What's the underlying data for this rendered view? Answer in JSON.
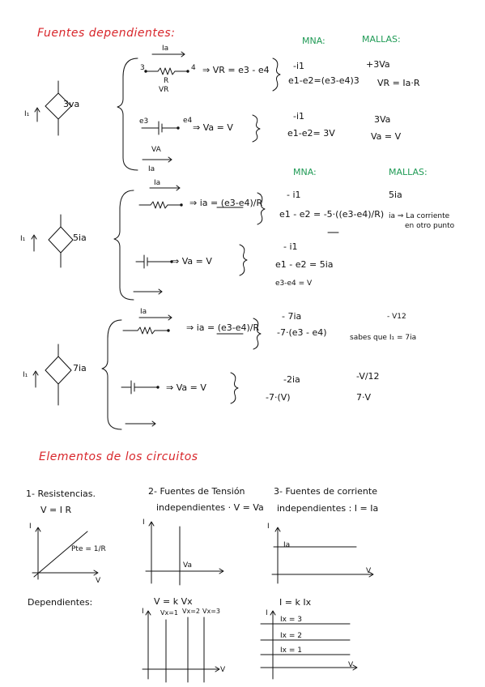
{
  "section1_title": "Fuentes dependientes:",
  "mna_label": "MNA:",
  "mallas_label": "MALLAS:",
  "mna_label_2": "MNA:",
  "mallas_label_2": "MALLAS:",
  "block1": {
    "source_value": "3va",
    "current_label": "I₁",
    "r_current": "Ia",
    "r_node_left": "3",
    "r_node_right": "4",
    "r_label": "R",
    "r_voltage": "VR",
    "r_eq": "⇒ VR = e3 - e4",
    "v_node_left": "e3",
    "v_node_right": "e4",
    "v_eq": "⇒ Va = V",
    "v_current": "Ia",
    "v_voltage": "VA",
    "mna_r_1": "-i1",
    "mna_r_2": "e1-e2=(e3-e4)3",
    "mallas_r_1": "+3Va",
    "mallas_r_2": "VR = Ia·R",
    "mna_v_1": "-i1",
    "mna_v_2": "e1-e2= 3V",
    "mallas_v_1": "3Va",
    "mallas_v_2": "Va = V"
  },
  "block2": {
    "source_value": "5ia",
    "current_label": "I₁",
    "r_current": "Ia",
    "r_eq": "⇒ ia = (e3-e4)/R",
    "v_eq": "⇒ Va = V",
    "mna_r_1": "- i1",
    "mna_r_2": "e1 - e2 = -5·((e3-e4)/R)",
    "mallas_r_1": "5ia",
    "mallas_r_2": "ia ⇒ La corriente",
    "mallas_r_3": "en otro punto",
    "mna_v_1": "- i1",
    "mna_v_2": "e1 - e2 = 5ia",
    "mna_v_3": "e3-e4 = V"
  },
  "block3": {
    "source_value": "7ia",
    "current_label": "I₁",
    "r_current": "Ia",
    "r_eq": "⇒ ia = (e3-e4)/R",
    "v_eq": "⇒ Va = V",
    "mna_r_1": "- 7ia",
    "mna_r_2": "-7·(e3 - e4)",
    "mallas_r_1": "- V12",
    "mallas_r_2": "sabes que  I₁ = 7ia",
    "mna_v_1": "-2ia",
    "mna_v_2": "-7·(V)",
    "mallas_v_1": "-V/12",
    "mallas_v_2": "7·V"
  },
  "section2_title": "Elementos de los circuitos",
  "elem1_title": "1- Resistencias.",
  "elem1_eq": "V = I R",
  "elem1_slope": "Pte = 1/R",
  "elem2_title": "2- Fuentes de Tensión",
  "elem2_sub": "independientes · V = Va",
  "elem2_mark": "Va",
  "elem3_title": "3- Fuentes de corriente",
  "elem3_sub": "independientes : I = Ia",
  "elem3_mark": "Ia",
  "axis_I": "I",
  "axis_V": "V",
  "dependientes_label": "Dependientes:",
  "dep_v_eq": "V = k Vx",
  "dep_v_l1": "Vx=1",
  "dep_v_l2": "Vx=2",
  "dep_v_l3": "Vx=3",
  "dep_i_eq": "I = k Ix",
  "dep_i_l1": "Ix = 3",
  "dep_i_l2": "Ix = 2",
  "dep_i_l3": "Ix = 1"
}
